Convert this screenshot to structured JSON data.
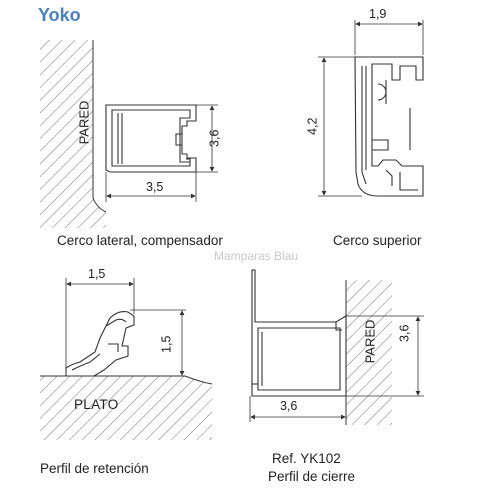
{
  "brand": "Yoko",
  "watermark": "Mamparas Blau",
  "panels": {
    "lateral": {
      "caption": "Cerco lateral, compensador",
      "wall_label": "PARED",
      "dim_height": "3,6",
      "dim_width": "3,5"
    },
    "superior": {
      "caption": "Cerco superior",
      "dim_width": "1,9",
      "dim_height": "4,2"
    },
    "retencion": {
      "caption": "Perfil de retención",
      "base_label": "PLATO",
      "dim_width": "1,5",
      "dim_height": "1,5"
    },
    "cierre": {
      "caption_ref": "Ref. YK102",
      "caption": "Perfil de cierre",
      "wall_label": "PARED",
      "dim_height": "3,6",
      "dim_width": "3,6"
    }
  },
  "colors": {
    "brand": "#4a80c8",
    "line": "#333333",
    "hatch": "#777777"
  }
}
